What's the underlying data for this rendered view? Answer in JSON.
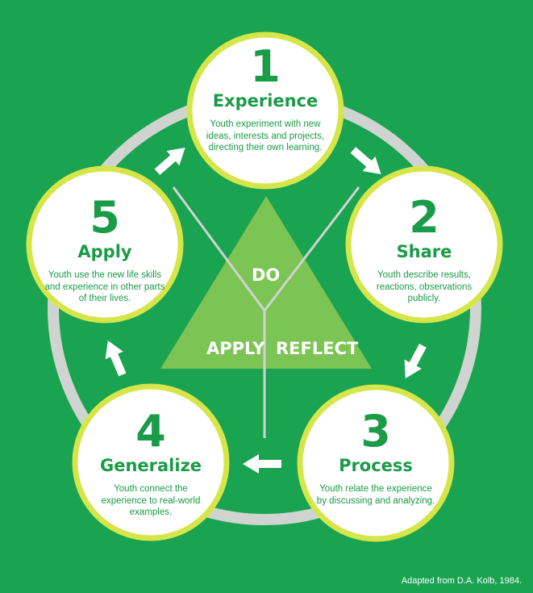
{
  "stages": [
    {
      "number": "1",
      "title": "Experience",
      "description": "Youth experiment with new ideas, interests and projects, directing their own learning."
    },
    {
      "number": "2",
      "title": "Share",
      "description": "Youth describe results, reactions, observations publicly."
    },
    {
      "number": "3",
      "title": "Process",
      "description": "Youth relate the experience by discussing and analyzing."
    },
    {
      "number": "4",
      "title": "Generalize",
      "description": "Youth connect the experience to real-world examples."
    },
    {
      "number": "5",
      "title": "Apply",
      "description": "Youth use the new life skills and experience in other parts of their lives."
    }
  ],
  "triangle": {
    "do": "DO",
    "apply": "APPLY",
    "reflect": "REFLECT"
  },
  "credit": "Adapted from D.A. Kolb, 1984.",
  "colors": {
    "background": "#1aa350",
    "ring": "#cfd3cf",
    "circle_border": "#d6e64a",
    "circle_fill": "#ffffff",
    "triangle": "#7cc454",
    "text": "#1a9b48"
  }
}
